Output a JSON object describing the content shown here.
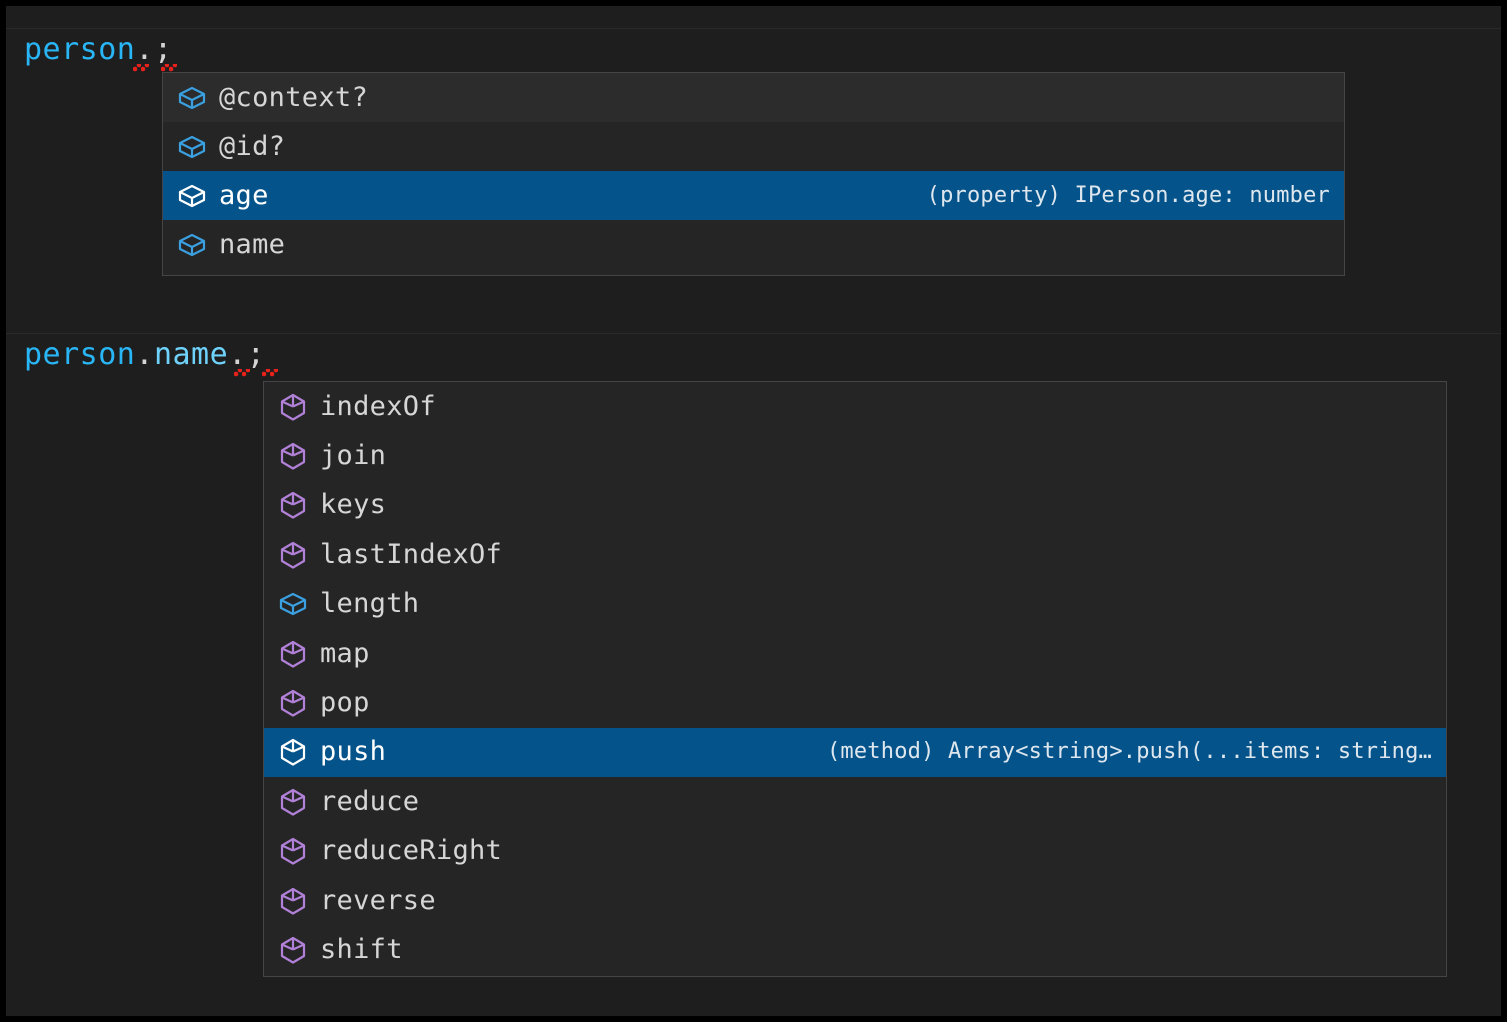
{
  "editor": {
    "theme_background": "#1e1e1e",
    "selection_color": "#04538a",
    "error_squiggle_color": "#e8211a",
    "lines": [
      {
        "id": "line-1",
        "segments": [
          {
            "text": "person",
            "kind": "variable",
            "color": "#29b6f6"
          },
          {
            "text": ".",
            "kind": "punctuation",
            "color": "#d4d4d4"
          },
          {
            "text": ";",
            "kind": "punctuation",
            "color": "#d4d4d4"
          }
        ],
        "plain": "person.;"
      },
      {
        "id": "line-2",
        "segments": [
          {
            "text": "person",
            "kind": "variable",
            "color": "#29b6f6"
          },
          {
            "text": ".",
            "kind": "punctuation",
            "color": "#d4d4d4"
          },
          {
            "text": "name",
            "kind": "property",
            "color": "#6fd2fb"
          },
          {
            "text": ".",
            "kind": "punctuation",
            "color": "#d4d4d4"
          },
          {
            "text": ";",
            "kind": "punctuation",
            "color": "#d4d4d4"
          }
        ],
        "plain": "person.name.;"
      }
    ]
  },
  "suggest_widgets": [
    {
      "id": "suggest-person",
      "icon_color": "#3aa0e0",
      "items": [
        {
          "label": "@context?",
          "icon": "property-cube-icon",
          "icon_kind": "property",
          "detail": "",
          "focused": false
        },
        {
          "label": "@id?",
          "icon": "property-cube-icon",
          "icon_kind": "property",
          "detail": "",
          "focused": false
        },
        {
          "label": "age",
          "icon": "property-cube-icon",
          "icon_kind": "property",
          "detail": "(property) IPerson.age: number",
          "focused": true
        },
        {
          "label": "name",
          "icon": "property-cube-icon",
          "icon_kind": "property",
          "detail": "",
          "focused": false
        }
      ]
    },
    {
      "id": "suggest-person-name",
      "icon_color": "#b180d7",
      "items": [
        {
          "label": "indexOf",
          "icon": "method-cube-icon",
          "icon_kind": "method",
          "detail": "",
          "focused": false
        },
        {
          "label": "join",
          "icon": "method-cube-icon",
          "icon_kind": "method",
          "detail": "",
          "focused": false
        },
        {
          "label": "keys",
          "icon": "method-cube-icon",
          "icon_kind": "method",
          "detail": "",
          "focused": false
        },
        {
          "label": "lastIndexOf",
          "icon": "method-cube-icon",
          "icon_kind": "method",
          "detail": "",
          "focused": false
        },
        {
          "label": "length",
          "icon": "property-cube-icon",
          "icon_kind": "property",
          "detail": "",
          "focused": false
        },
        {
          "label": "map",
          "icon": "method-cube-icon",
          "icon_kind": "method",
          "detail": "",
          "focused": false
        },
        {
          "label": "pop",
          "icon": "method-cube-icon",
          "icon_kind": "method",
          "detail": "",
          "focused": false
        },
        {
          "label": "push",
          "icon": "method-cube-icon",
          "icon_kind": "method",
          "detail": "(method) Array<string>.push(...items: string…",
          "focused": true
        },
        {
          "label": "reduce",
          "icon": "method-cube-icon",
          "icon_kind": "method",
          "detail": "",
          "focused": false
        },
        {
          "label": "reduceRight",
          "icon": "method-cube-icon",
          "icon_kind": "method",
          "detail": "",
          "focused": false
        },
        {
          "label": "reverse",
          "icon": "method-cube-icon",
          "icon_kind": "method",
          "detail": "",
          "focused": false
        },
        {
          "label": "shift",
          "icon": "method-cube-icon",
          "icon_kind": "method",
          "detail": "",
          "focused": false
        }
      ]
    }
  ]
}
